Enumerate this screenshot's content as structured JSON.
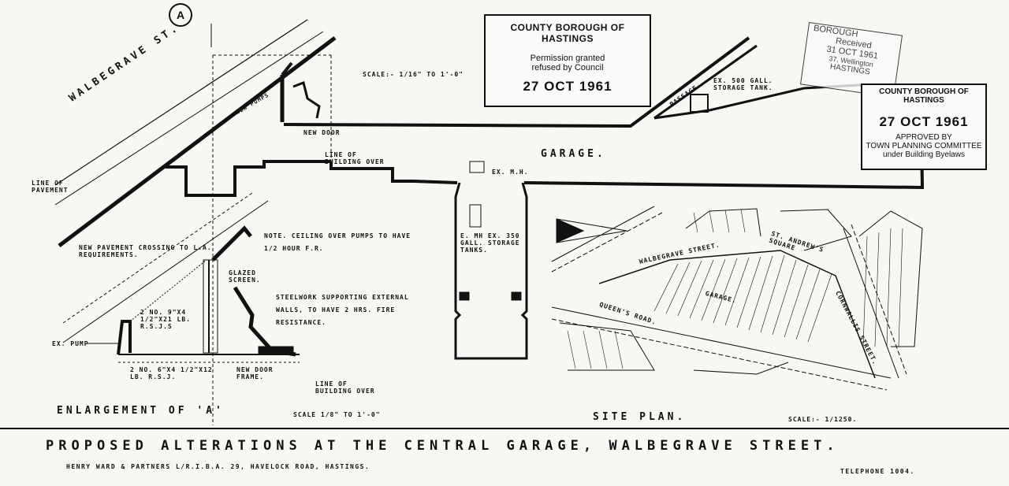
{
  "marker": "A",
  "labels": {
    "street_main": "WALBEGRAVE ST.",
    "scale_main": "SCALE:- 1/16\" TO 1'-0\"",
    "new_door": "NEW DOOR",
    "line_of_building_over_1": "LINE OF BUILDING OVER",
    "line_of_pavement": "LINE OF PAVEMENT",
    "garage": "GARAGE.",
    "ex_mh": "EX. M.H.",
    "passage": "PASSAGE",
    "ex_storage_tank": "EX. 500 GALL. STORAGE TANK.",
    "new_pumps": "NEW PUMPS",
    "new_pavement_crossing": "NEW PAVEMENT CROSSING TO L.A. REQUIREMENTS.",
    "note_ceiling": "NOTE. CEILING OVER PUMPS TO HAVE 1/2 HOUR F.R.",
    "glazed_screen": "GLAZED SCREEN.",
    "steelwork_note": "STEELWORK SUPPORTING EXTERNAL WALLS, TO HAVE 2 HRS. FIRE RESISTANCE.",
    "rsj_1": "2 NO. 9\"X4 1/2\"X21 LB. R.S.J.S",
    "ex_pump": "EX. PUMP",
    "rsj_2": "2 NO. 6\"X4 1/2\"X12 LB. R.S.J.",
    "new_door_frame": "NEW DOOR FRAME.",
    "line_of_building_over_2": "LINE OF BUILDING OVER",
    "enlargement": "ENLARGEMENT OF 'A'",
    "scale_enlargement": "SCALE 1/8\" TO 1'-0\"",
    "ex_mh_tanks": "E. MH EX. 350 GALL. STORAGE TANKS.",
    "site_plan": "SITE PLAN.",
    "site_scale": "SCALE:- 1/1250.",
    "site_walbegrave": "WALBEGRAVE STREET.",
    "site_st_andrews": "ST. ANDREW'S SQUARE",
    "site_queens": "QUEEN'S ROAD.",
    "site_cornwallis": "CORNWALLIS STREET.",
    "site_garage": "GARAGE."
  },
  "stamps": {
    "stamp1": {
      "header": "COUNTY BOROUGH OF HASTINGS",
      "line1": "Permission granted",
      "line2": "refused by Council",
      "date": "27 OCT 1961"
    },
    "stamp2": {
      "header": "COUNTY BOROUGH OF HASTINGS",
      "date": "27 OCT 1961",
      "line1": "APPROVED BY",
      "line2": "TOWN PLANNING COMMITTEE",
      "line3": "under Building Byelaws"
    },
    "stamp3": {
      "header": "BOROUGH",
      "line1": "Received",
      "line2": "31 OCT 1961",
      "line3": "37, Wellington",
      "line4": "HASTINGS"
    }
  },
  "title": {
    "main": "PROPOSED ALTERATIONS AT THE CENTRAL GARAGE, WALBEGRAVE STREET.",
    "architect": "HENRY WARD & PARTNERS L/R.I.B.A. 29, HAVELOCK ROAD, HASTINGS.",
    "telephone": "TELEPHONE 1004."
  }
}
